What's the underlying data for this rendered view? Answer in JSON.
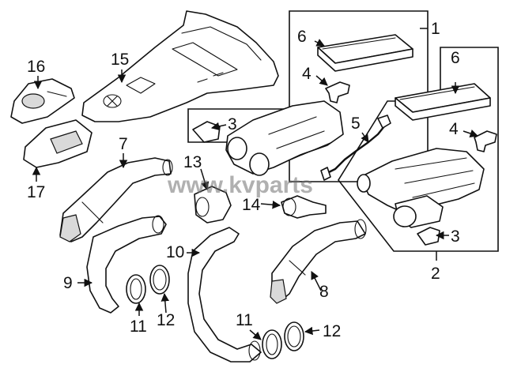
{
  "callouts": {
    "c1": "1",
    "c2": "2",
    "c3a": "3",
    "c3b": "3",
    "c4a": "4",
    "c4b": "4",
    "c5": "5",
    "c6a": "6",
    "c6b": "6",
    "c7": "7",
    "c8": "8",
    "c9": "9",
    "c10": "10",
    "c11a": "11",
    "c11b": "11",
    "c12a": "12",
    "c12b": "12",
    "c13": "13",
    "c14": "14",
    "c15": "15",
    "c16": "16",
    "c17": "17"
  },
  "watermark": "www.kvparts"
}
